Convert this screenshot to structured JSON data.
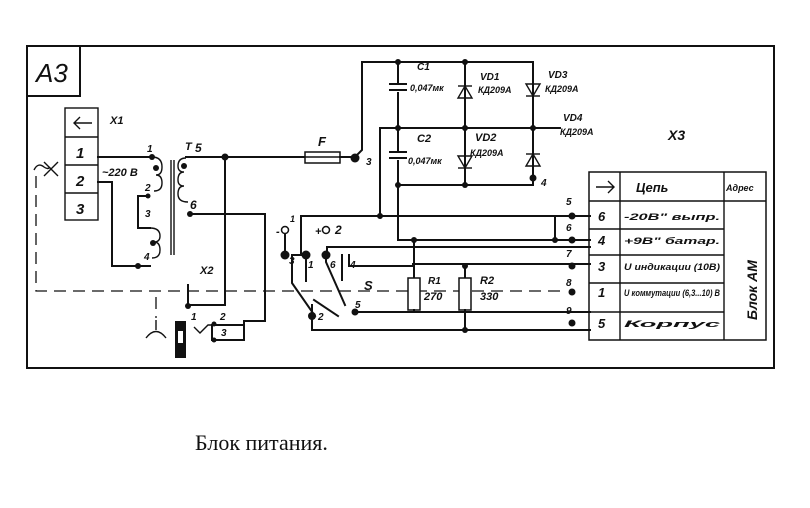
{
  "diagram": {
    "block_id": "A3",
    "caption": "Блок питания.",
    "connectors": {
      "x1": {
        "label": "X1",
        "header_icon": "arrow-left",
        "pins": [
          "1",
          "2",
          "3"
        ],
        "input_voltage": "~220 B"
      },
      "x2": {
        "label": "X2",
        "pins": [
          "1",
          "2",
          "3"
        ]
      },
      "x3": {
        "label": "X3",
        "header_icon": "arrow-right",
        "columns": [
          "Цепь",
          "Адрес"
        ],
        "address": "Блок АМ",
        "rows": [
          {
            "node": "5",
            "pin": "6",
            "circuit": "-20B\" выпр."
          },
          {
            "node": "6",
            "pin": "4",
            "circuit": "+9B\" батар."
          },
          {
            "node": "7",
            "pin": "3",
            "circuit": "U индикации (10B)"
          },
          {
            "node": "8",
            "pin": "1",
            "circuit": "U коммутации (6,3...10) B"
          },
          {
            "node": "9",
            "pin": "5",
            "circuit": "Корпус"
          }
        ]
      }
    },
    "transformer": {
      "label": "T",
      "primary_pins": [
        "1",
        "2",
        "3",
        "4"
      ],
      "secondary_pins": [
        "5",
        "6"
      ]
    },
    "fuse": {
      "label": "F",
      "node": "3"
    },
    "capacitors": [
      {
        "label": "C1",
        "value": "0,047мк"
      },
      {
        "label": "C2",
        "value": "0,047мк"
      }
    ],
    "diodes": [
      {
        "label": "VD1",
        "type": "КД209А"
      },
      {
        "label": "VD2",
        "type": "КД209А"
      },
      {
        "label": "VD3",
        "type": "КД209А"
      },
      {
        "label": "VD4",
        "type": "КД209А"
      }
    ],
    "node_4": "4",
    "switch": {
      "label": "S",
      "terminals": [
        "1",
        "2",
        "3",
        "4",
        "5",
        "6"
      ],
      "minus_label": "-",
      "plus_label": "+",
      "out1": "1",
      "out2": "2"
    },
    "resistors": [
      {
        "label": "R1",
        "value": "270"
      },
      {
        "label": "R2",
        "value": "330"
      }
    ]
  }
}
